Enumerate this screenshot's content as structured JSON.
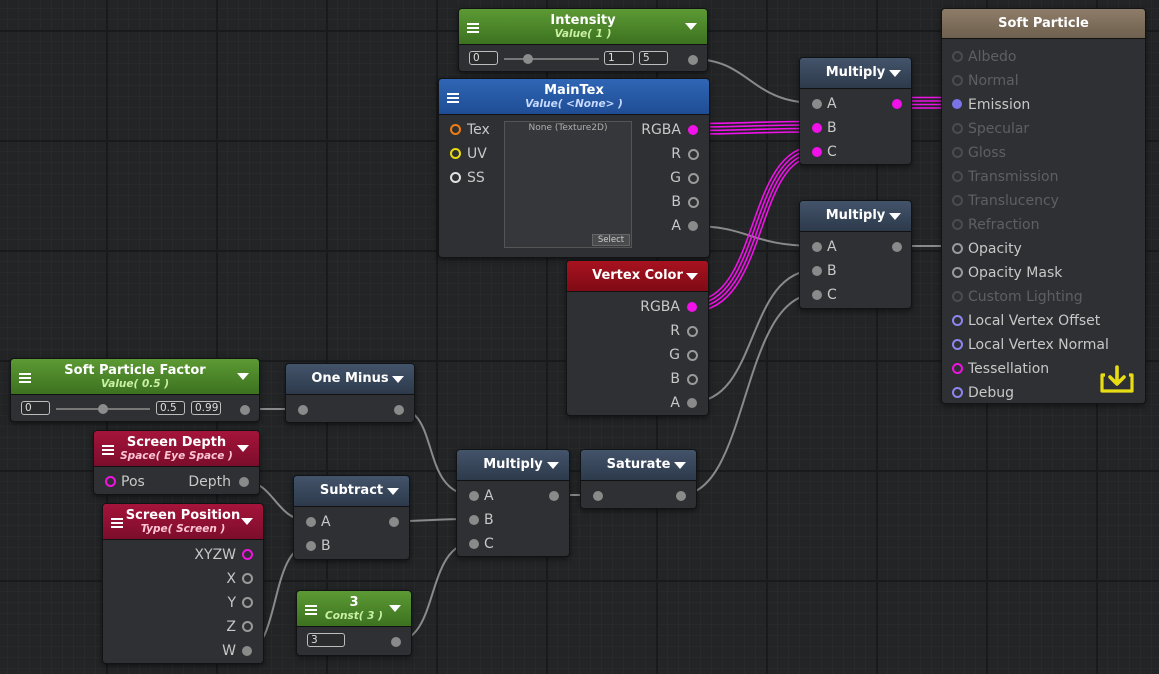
{
  "intensity": {
    "title": "Intensity",
    "subtitle": "Value( 1 )",
    "min": "0",
    "value": "1",
    "max": "5",
    "slider_fraction": 0.25
  },
  "maintex": {
    "title": "MainTex",
    "subtitle": "Value( <None> )",
    "inputs": [
      "Tex",
      "UV",
      "SS"
    ],
    "outputs": [
      "RGBA",
      "R",
      "G",
      "B",
      "A"
    ],
    "preview_label": "None (Texture2D)",
    "select_label": "Select"
  },
  "vertex_color": {
    "title": "Vertex Color",
    "outputs": [
      "RGBA",
      "R",
      "G",
      "B",
      "A"
    ]
  },
  "multiply_1": {
    "title": "Multiply",
    "inputs": [
      "A",
      "B",
      "C"
    ]
  },
  "multiply_2": {
    "title": "Multiply",
    "inputs": [
      "A",
      "B",
      "C"
    ]
  },
  "multiply_3": {
    "title": "Multiply",
    "inputs": [
      "A",
      "B",
      "C"
    ]
  },
  "soft_particle_factor": {
    "title": "Soft Particle Factor",
    "subtitle": "Value( 0.5 )",
    "min": "0",
    "value": "0.5",
    "max": "0.99",
    "slider_fraction": 0.5
  },
  "one_minus": {
    "title": "One Minus"
  },
  "screen_depth": {
    "title": "Screen Depth",
    "subtitle": "Space( Eye Space )",
    "input": "Pos",
    "output": "Depth"
  },
  "subtract": {
    "title": "Subtract",
    "inputs": [
      "A",
      "B"
    ]
  },
  "saturate": {
    "title": "Saturate"
  },
  "screen_position": {
    "title": "Screen Position",
    "subtitle": "Type( Screen )",
    "outputs": [
      "XYZW",
      "X",
      "Y",
      "Z",
      "W"
    ]
  },
  "const3": {
    "title": "3",
    "subtitle": "Const( 3 )",
    "value": "3"
  },
  "output": {
    "title": "Soft Particle",
    "ports": [
      "Albedo",
      "Normal",
      "Emission",
      "Specular",
      "Gloss",
      "Transmission",
      "Translucency",
      "Refraction",
      "Opacity",
      "Opacity Mask",
      "Custom Lighting",
      "Local Vertex Offset",
      "Local Vertex Normal",
      "Tessellation",
      "Debug"
    ]
  },
  "icons": {
    "menu": "menu-icon",
    "dropdown": "chevron-down-icon",
    "save": "download-icon"
  },
  "colors": {
    "wire_color": "#f012e8",
    "wire_float": "#8a8a8a",
    "float_node": "#4a8a28",
    "texture_node": "#2a5fb0",
    "input_node": "#9a1237",
    "math_node": "#3a4a60",
    "output_node": "#7d6d5a"
  }
}
